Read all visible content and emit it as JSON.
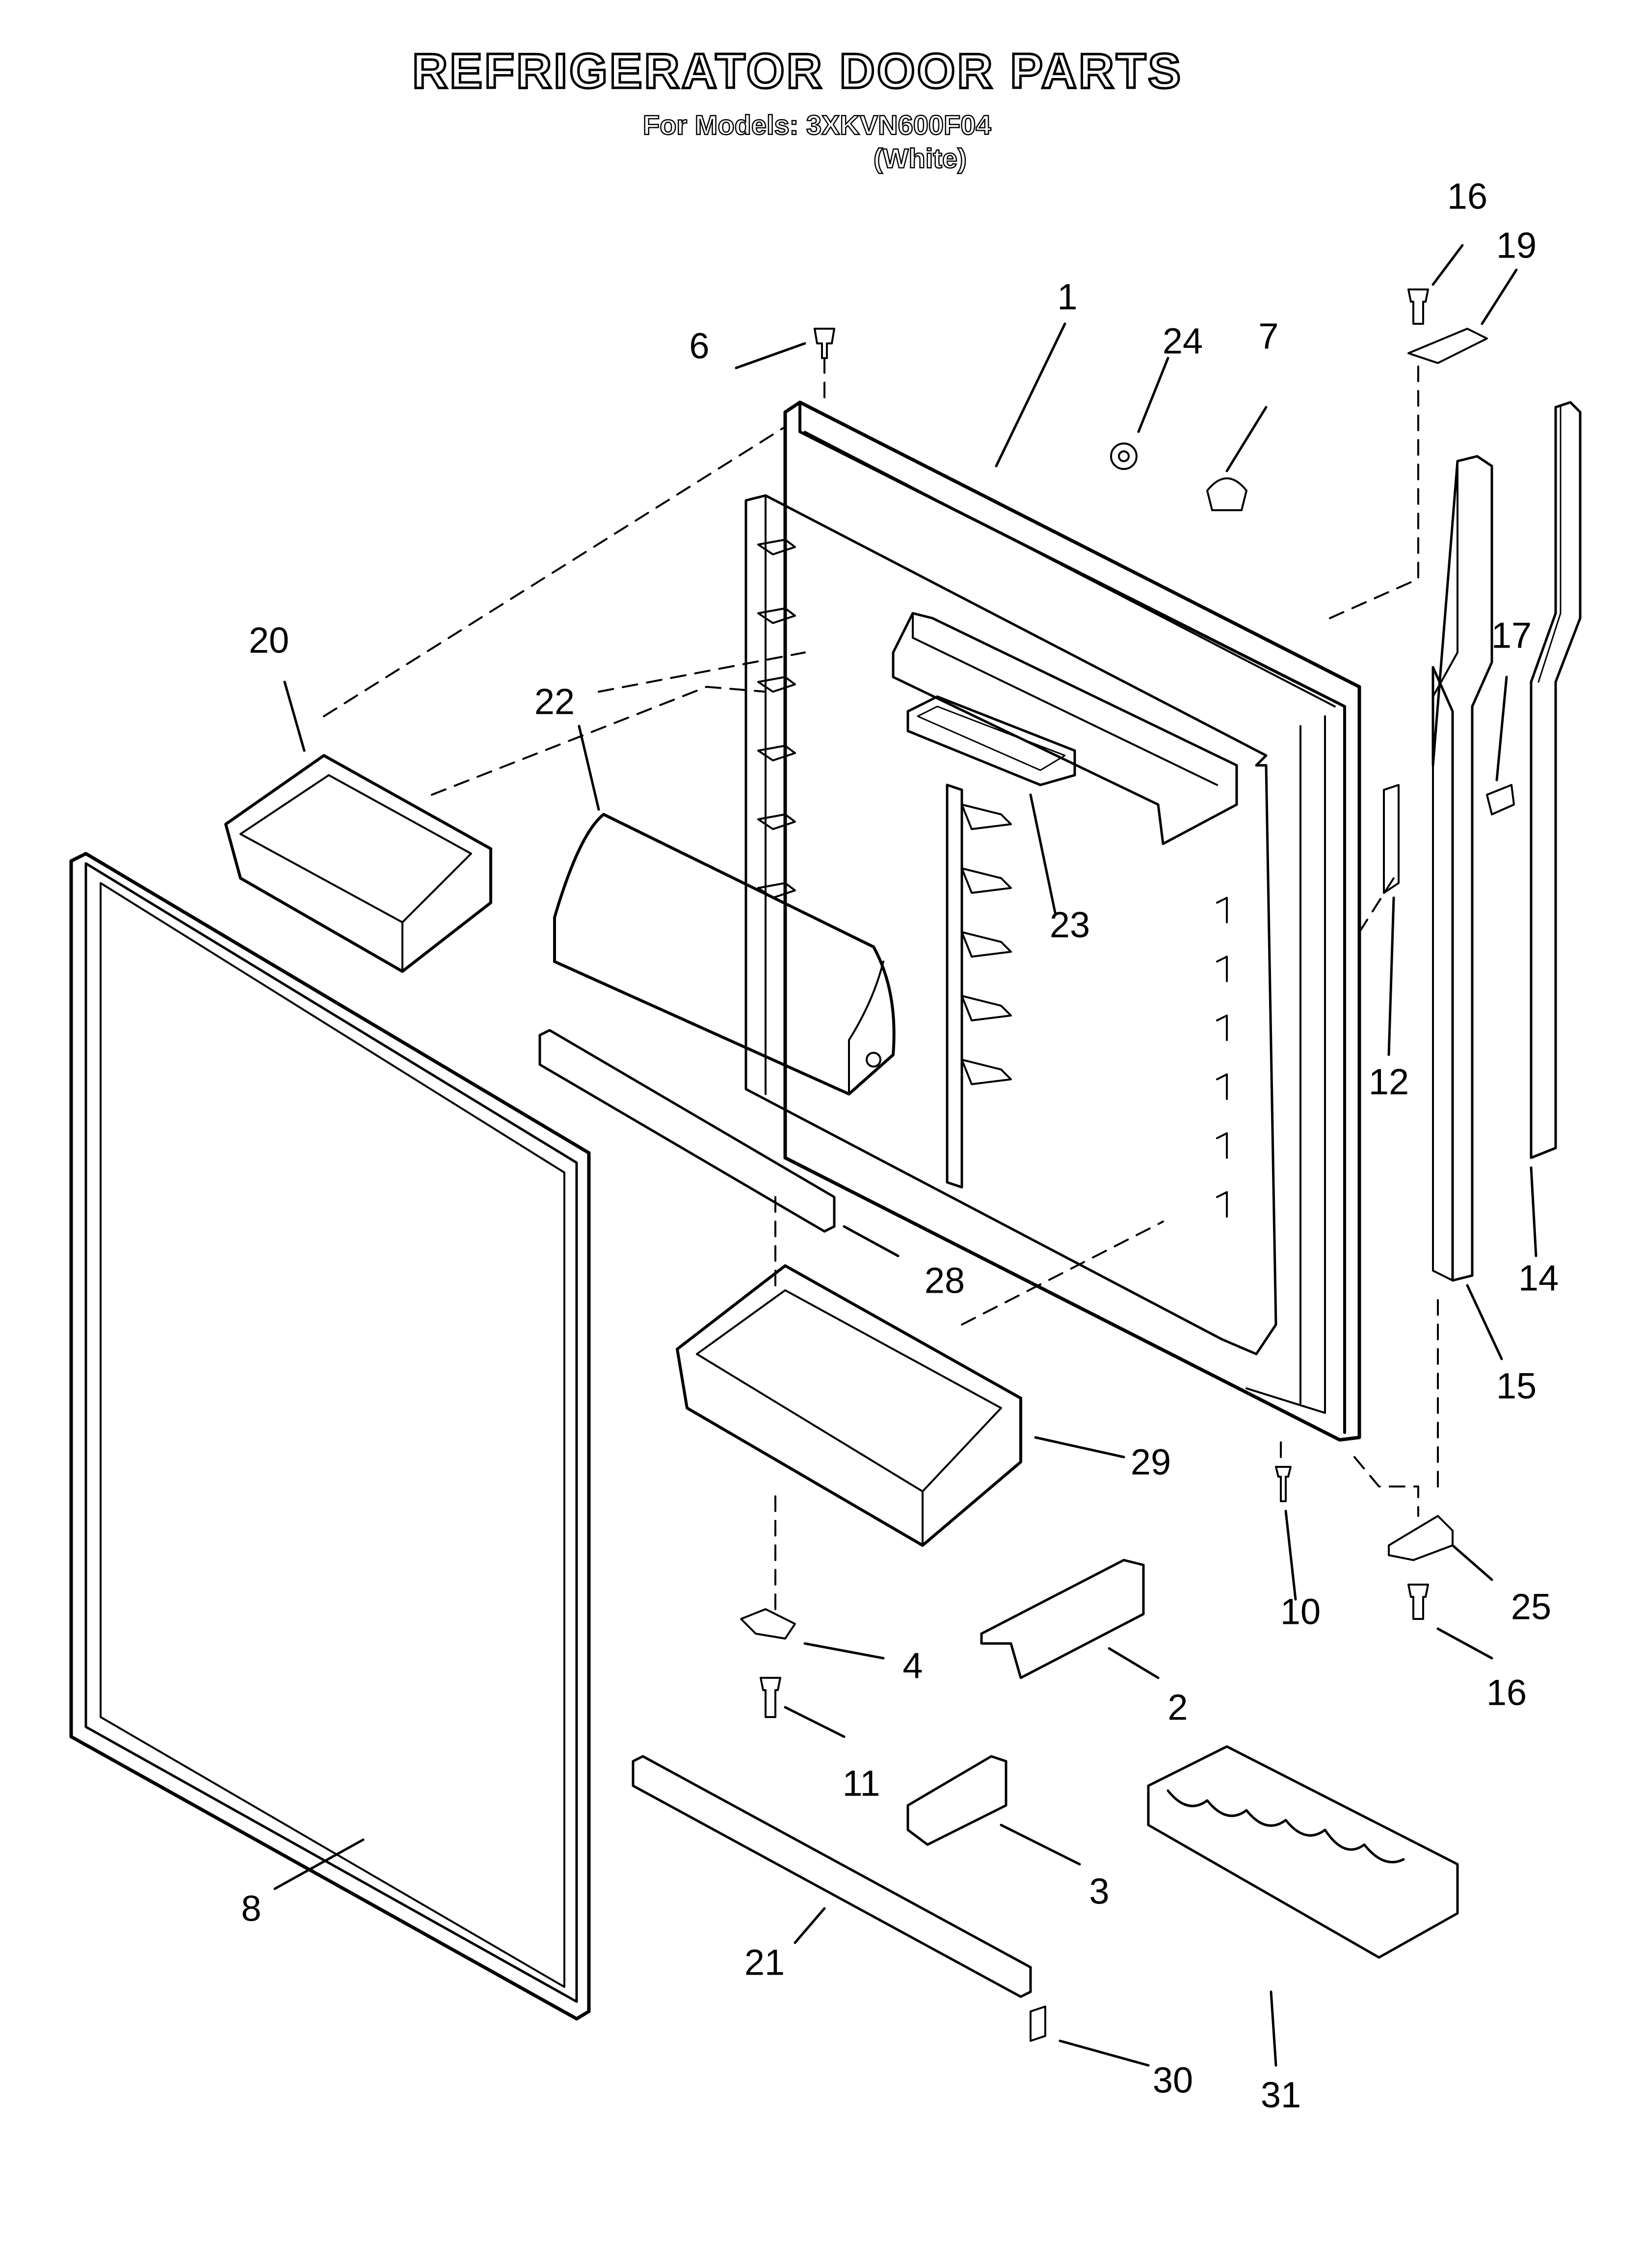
{
  "header": {
    "title": "REFRIGERATOR DOOR PARTS",
    "models_line": "For Models: 3XKVN600F04",
    "color_note": "(White)"
  },
  "callouts": [
    {
      "id": "c1",
      "label": "1"
    },
    {
      "id": "c2",
      "label": "2"
    },
    {
      "id": "c3",
      "label": "3"
    },
    {
      "id": "c4",
      "label": "4"
    },
    {
      "id": "c6",
      "label": "6"
    },
    {
      "id": "c7",
      "label": "7"
    },
    {
      "id": "c8",
      "label": "8"
    },
    {
      "id": "c10",
      "label": "10"
    },
    {
      "id": "c11",
      "label": "11"
    },
    {
      "id": "c12",
      "label": "12"
    },
    {
      "id": "c14",
      "label": "14"
    },
    {
      "id": "c15",
      "label": "15"
    },
    {
      "id": "c16a",
      "label": "16"
    },
    {
      "id": "c16b",
      "label": "16"
    },
    {
      "id": "c17",
      "label": "17"
    },
    {
      "id": "c19",
      "label": "19"
    },
    {
      "id": "c20",
      "label": "20"
    },
    {
      "id": "c21",
      "label": "21"
    },
    {
      "id": "c22",
      "label": "22"
    },
    {
      "id": "c23",
      "label": "23"
    },
    {
      "id": "c24",
      "label": "24"
    },
    {
      "id": "c25",
      "label": "25"
    },
    {
      "id": "c28",
      "label": "28"
    },
    {
      "id": "c29",
      "label": "29"
    },
    {
      "id": "c30",
      "label": "30"
    },
    {
      "id": "c31",
      "label": "31"
    }
  ],
  "colors": {
    "line": "#000000",
    "background": "#ffffff"
  }
}
